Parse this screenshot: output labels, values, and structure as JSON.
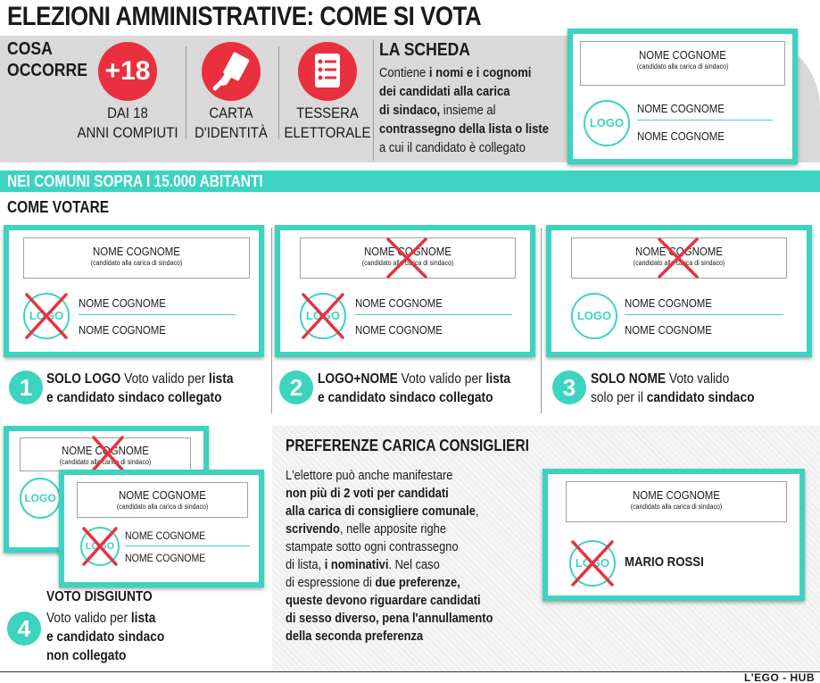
{
  "title": "ELEZIONI AMMINISTRATIVE: COME SI VOTA",
  "requirements": {
    "heading_line1": "COSA",
    "heading_line2": "OCCORRE",
    "age_badge": "+18",
    "age_line1": "DAI 18",
    "age_line2": "ANNI COMPIUTI",
    "id_line1": "CARTA",
    "id_line2": "D'IDENTITÀ",
    "card_line1": "TESSERA",
    "card_line2": "ELETTORALE",
    "icons": [
      "hand-card-icon",
      "ballot-list-icon"
    ],
    "accent_color": "#e8303f"
  },
  "scheda": {
    "title": "LA SCHEDA",
    "line1_normal": "Contiene ",
    "line1_bold": "i nomi e i cognomi",
    "line2_bold": "dei candidati alla carica",
    "line3_bold": "di sindaco,",
    "line3_normal": " insieme al",
    "line4_bold": "contrassegno della lista o liste",
    "line5_normal": "a cui il candidato è collegato"
  },
  "ballot_labels": {
    "name": "NOME COGNOME",
    "mayor_note": "(candidato alla carica di sindaco)",
    "logo": "LOGO"
  },
  "section": "NEI COMUNI SOPRA I 15.000 ABITANTI",
  "how_to_vote": "COME VOTARE",
  "steps": [
    {
      "number": "1",
      "bold1": "SOLO LOGO",
      "normal1": " Voto valido per ",
      "bold1b": "lista",
      "line2": "e candidato sindaco collegato"
    },
    {
      "number": "2",
      "bold1": "LOGO+NOME",
      "normal1": " Voto valido per ",
      "bold1b": "lista",
      "line2": "e candidato sindaco collegato"
    },
    {
      "number": "3",
      "bold1": "SOLO NOME",
      "normal1": " Voto valido",
      "line2_normal": "solo per il ",
      "line2_bold": "candidato sindaco"
    }
  ],
  "disgiunto": {
    "number": "4",
    "title": "VOTO DISGIUNTO",
    "line1_normal": "Voto valido per ",
    "line1_bold": "lista",
    "line2": "e candidato sindaco",
    "line3": "non collegato"
  },
  "preferences": {
    "title": "PREFERENZE CARICA CONSIGLIERI",
    "l1": "L'elettore può anche manifestare",
    "l2": "non più di 2 voti per candidati",
    "l3": "alla carica di consigliere comunale",
    "l3_tail": ",",
    "l4_bold": "scrivendo",
    "l4_normal": ", nelle apposite righe",
    "l5": "stampate sotto ogni contrassegno",
    "l6_normal": "di lista, ",
    "l6_bold": "i nominativi",
    "l6_tail": ". Nel caso",
    "l7_normal": "di espressione di ",
    "l7_bold": "due preferenze,",
    "l8": "queste devono riguardare candidati",
    "l9": "di sesso diverso, pena l'annullamento",
    "l10": "della seconda preferenza",
    "written_name": "MARIO ROSSI"
  },
  "credit": "L'EGO - HUB",
  "colors": {
    "teal": "#3cd3c0",
    "cross": "#e8303f",
    "band": "#d9d9d9"
  }
}
